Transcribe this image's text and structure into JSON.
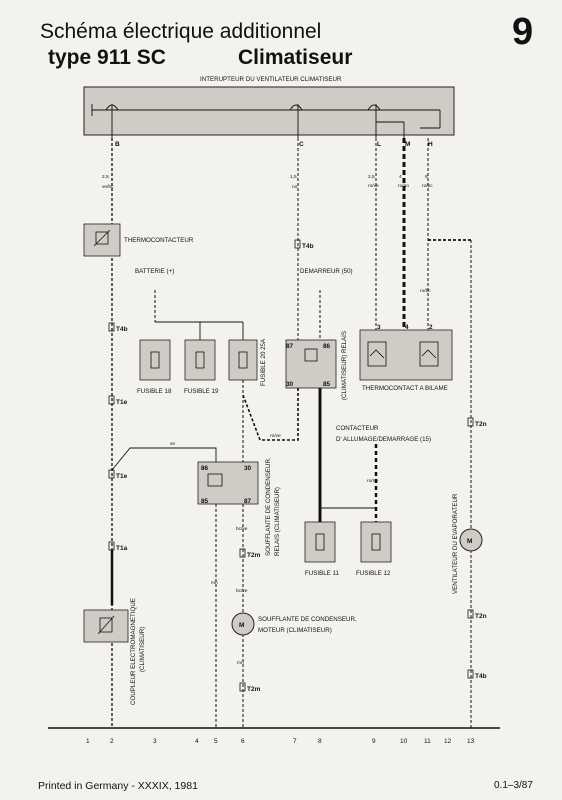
{
  "header": {
    "title_line1": "Schéma électrique additionnel",
    "title_type": "type 911 SC",
    "title_system": "Climatiseur",
    "page_number": "9"
  },
  "switch": {
    "label": "INTERUPTEUR DU VENTILATEUR CLIMATISEUR",
    "terminals": [
      "B",
      "C",
      "L",
      "M",
      "H"
    ]
  },
  "components": {
    "thermocontact": "THERMOCONTACTEUR",
    "battery": "BATTERIE (+)",
    "starter": "DEMARREUR (50)",
    "fuse18": "FUSIBLE 18",
    "fuse19": "FUSIBLE 19",
    "fuse20": "FUSIBLE 20 25A",
    "ac_relay": "(CLIMATISEUR) RELAIS",
    "bimetal": "THERMOCONTACT A BILAME",
    "ignition": "CONTACTEUR",
    "ignition2": "D' ALLUMAGE/DEMARRAGE (15)",
    "cond_relay_1": "SOUFFLANTE DE CONDENSEUR,",
    "cond_relay_2": "RELAIS (CLIMATISEUR)",
    "cond_motor_1": "SOUFFLANTE DE CONDENSEUR,",
    "cond_motor_2": "MOTEUR (CLIMATISEUR)",
    "fuse11": "FUSIBLE 11",
    "fuse12": "FUSIBLE 12",
    "clutch_1": "COUPLEUR ELECTROMAGNETIQUE",
    "clutch_2": "(CLIMATISEUR)",
    "evap_fan": "VENTILATEUR DU EVAPORATEUR"
  },
  "connectors": [
    "T4b",
    "T4b",
    "T1e",
    "T1e",
    "T1a",
    "T2m",
    "T2m",
    "T2n",
    "T2n",
    "T4b"
  ],
  "wire_codes": [
    "ve/bc",
    "no",
    "ro/ve",
    "ro/no",
    "ro/bc",
    "ro",
    "ro",
    "ro/bc",
    "ve",
    "ve",
    "ro/ve",
    "bc/ve",
    "bc/ve",
    "mn",
    "mn",
    "ro/no",
    "ro/bc",
    "ro/bc",
    "mn",
    "mn",
    "ve"
  ],
  "wire_sizes": [
    "2,5",
    "1,5",
    "2,5",
    "4",
    "6",
    "1,5",
    "1,5"
  ],
  "terminals": [
    "87",
    "86",
    "30",
    "85",
    "86",
    "30",
    "85",
    "87",
    "3",
    "4",
    "2"
  ],
  "mark_motor": "M",
  "column_numbers": [
    "1",
    "2",
    "3",
    "4",
    "5",
    "6",
    "7",
    "8",
    "9",
    "10",
    "11",
    "12",
    "13"
  ],
  "footer": {
    "printed": "Printed in Germany - XXXIX, 1981",
    "code": "0.1–3/87"
  }
}
